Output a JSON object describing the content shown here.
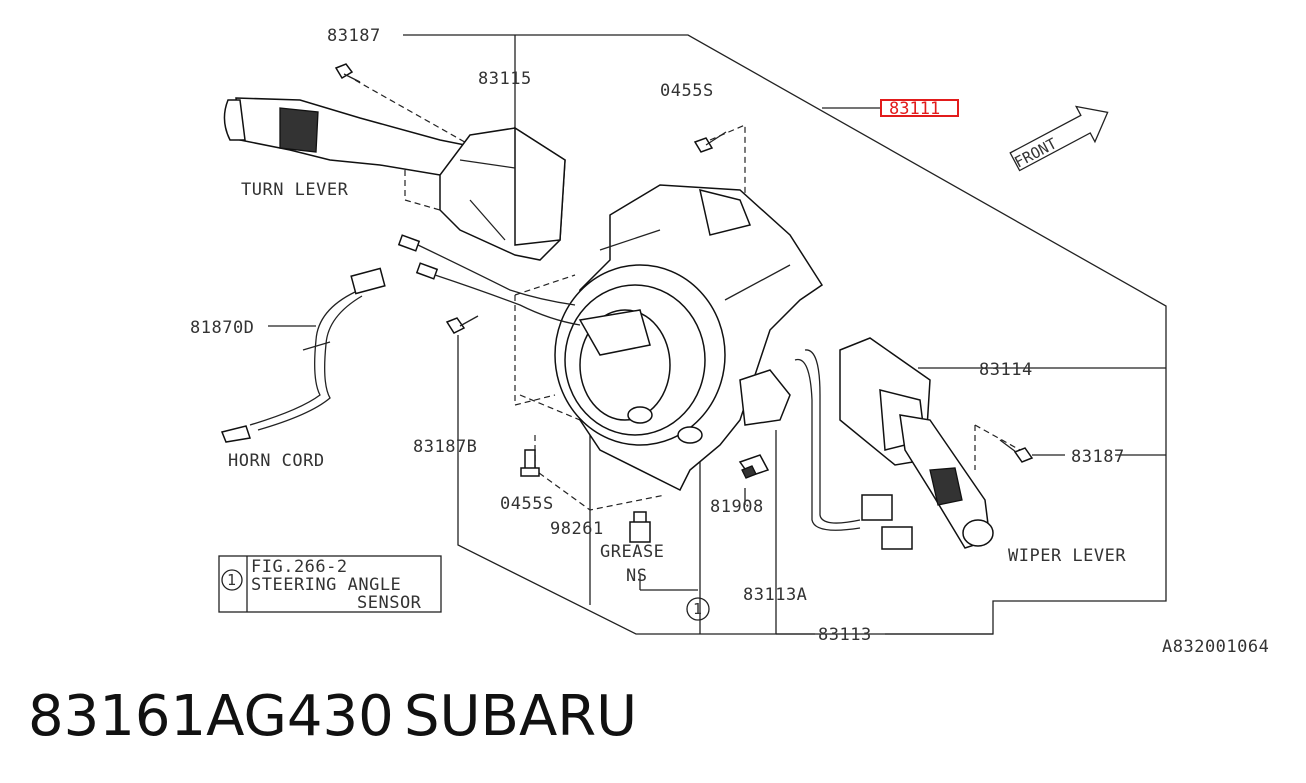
{
  "labels": {
    "l83187_top": "83187",
    "l83115": "83115",
    "l0455s_top": "0455S",
    "l83111": "83111",
    "front": "FRONT",
    "turn_lever": "TURN LEVER",
    "l81870d": "81870D",
    "horn_cord": "HORN CORD",
    "l83187b": "83187B",
    "l0455s_bottom": "0455S",
    "l98261": "98261",
    "grease": "GREASE",
    "ns": "NS",
    "l81908": "81908",
    "l83113a": "83113A",
    "l83113": "83113",
    "l83114": "83114",
    "l83187_right": "83187",
    "wiper_lever": "WIPER LEVER",
    "fig_ref_line1": "FIG.266-2",
    "fig_ref_line2": "STEERING ANGLE",
    "fig_ref_line3": "SENSOR",
    "ref_circle_1": "1",
    "ref_circle_2": "1",
    "drawing_code": "A832001064"
  },
  "highlight_color": "#e21b1b",
  "footer": {
    "part_number": "83161AG430",
    "brand": "SUBARU"
  }
}
